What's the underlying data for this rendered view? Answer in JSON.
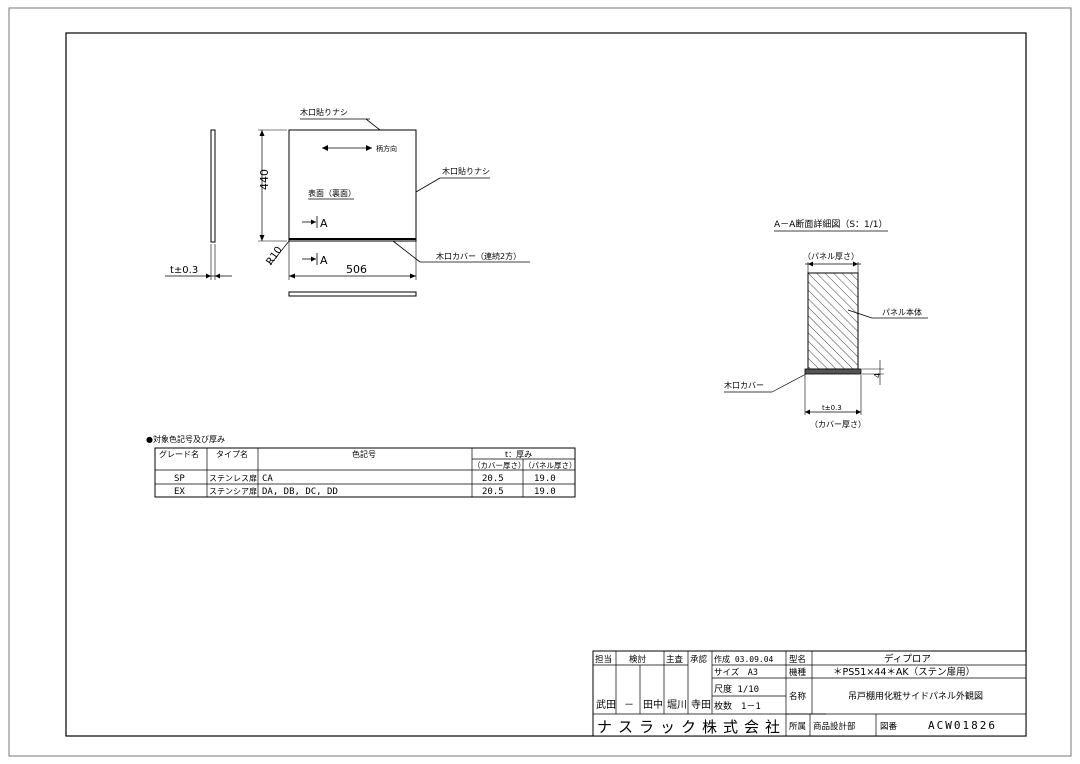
{
  "front_view": {
    "top_edge_note": "木口貼りナシ",
    "grain_note": "柄方向",
    "right_edge_note": "木口貼りナシ",
    "face_label": "表面（裏面）",
    "section_mark_upper": "A",
    "section_mark_lower": "A",
    "height_dim": "440",
    "width_dim": "506",
    "radius_dim": "R10",
    "edge_cover_note": "木口カバー（連続2方）",
    "thickness_dim": "t±0.3"
  },
  "section_view": {
    "title": "A－A断面詳細図（S：1/1）",
    "panel_thickness_label": "（パネル厚さ）",
    "panel_body_label": "パネル本体",
    "edge_cover_label": "木口カバー",
    "cover_dim": "4",
    "thickness_dim": "t±0.3",
    "cover_thickness_label": "（カバー厚さ）"
  },
  "color_table": {
    "title": "●対象色記号及び厚み",
    "headers": {
      "grade": "グレード名",
      "type": "タイプ名",
      "color_code": "色記号",
      "thickness": "t：厚み",
      "cover_thickness": "（カバー厚さ）",
      "panel_thickness": "（パネル厚さ）"
    },
    "rows": [
      {
        "grade": "SP",
        "type": "ステンレス扉",
        "color": "CA",
        "cover": "20.5",
        "panel": "19.0"
      },
      {
        "grade": "EX",
        "type": "ステンシア扉",
        "color": "DA, DB, DC, DD",
        "cover": "20.5",
        "panel": "19.0"
      }
    ]
  },
  "title_block": {
    "col_charge": "担当",
    "col_check": "検討",
    "col_chief": "主査",
    "col_approve": "承認",
    "name_charge": "武田",
    "name_check": "－",
    "name_check2": "田中",
    "name_chief": "堀川",
    "name_approve": "寺田",
    "created": "作成 03.09.04",
    "size": "サイズ　A3",
    "scale": "尺度 1/10",
    "sheets": "枚数　1－1",
    "company": "ナスラック株式会社",
    "label_model": "型名",
    "model_value": "ディプロア",
    "label_type": "機種",
    "type_value": "＊PS51×44＊AK（ステン扉用）",
    "label_name": "名称",
    "name_value": "吊戸棚用化粧サイドパネル外観図",
    "label_dept": "所属",
    "dept_value": "商品設計部",
    "label_drawing_no": "図番",
    "drawing_no": "ACW01826"
  }
}
